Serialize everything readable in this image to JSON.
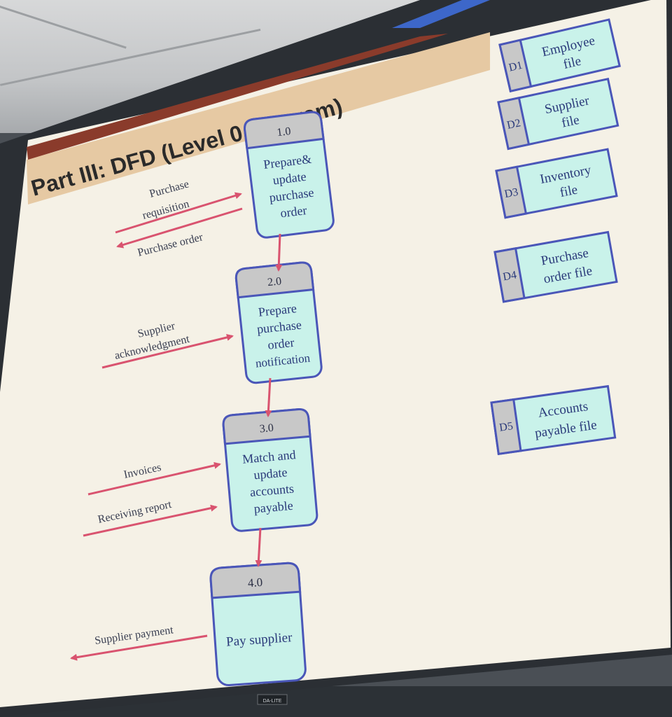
{
  "slide": {
    "title": "Part III: DFD (Level 0 Diagram)"
  },
  "processes": [
    {
      "number": "1.0",
      "lines": [
        "Prepare&",
        "update",
        "purchase",
        "order"
      ]
    },
    {
      "number": "2.0",
      "lines": [
        "Prepare",
        "purchase",
        "order",
        "notification"
      ]
    },
    {
      "number": "3.0",
      "lines": [
        "Match and",
        "update",
        "accounts",
        "payable"
      ]
    },
    {
      "number": "4.0",
      "lines": [
        "Pay supplier"
      ]
    }
  ],
  "data_stores": [
    {
      "id": "D1",
      "lines": [
        "Employee",
        "file"
      ]
    },
    {
      "id": "D2",
      "lines": [
        "Supplier",
        "file"
      ]
    },
    {
      "id": "D3",
      "lines": [
        "Inventory",
        "file"
      ]
    },
    {
      "id": "D4",
      "lines": [
        "Purchase",
        "order file"
      ]
    },
    {
      "id": "D5",
      "lines": [
        "Accounts",
        "payable file"
      ]
    }
  ],
  "flows": {
    "purchase_requisition": [
      "Purchase",
      "requisition"
    ],
    "purchase_order": "Purchase order",
    "supplier_acknowledgment": [
      "Supplier",
      "acknowledgment"
    ],
    "invoices": "Invoices",
    "receiving_report": "Receiving report",
    "supplier_payment": "Supplier payment"
  },
  "colors": {
    "process_fill": "#c9f2ea",
    "process_header": "#c8c8c8",
    "process_border": "#4a56b8",
    "arrow": "#d9536f",
    "slide_bg": "#f5f1e6",
    "title_band": "#e6c9a3"
  },
  "projector_brand": "DA-LITE"
}
